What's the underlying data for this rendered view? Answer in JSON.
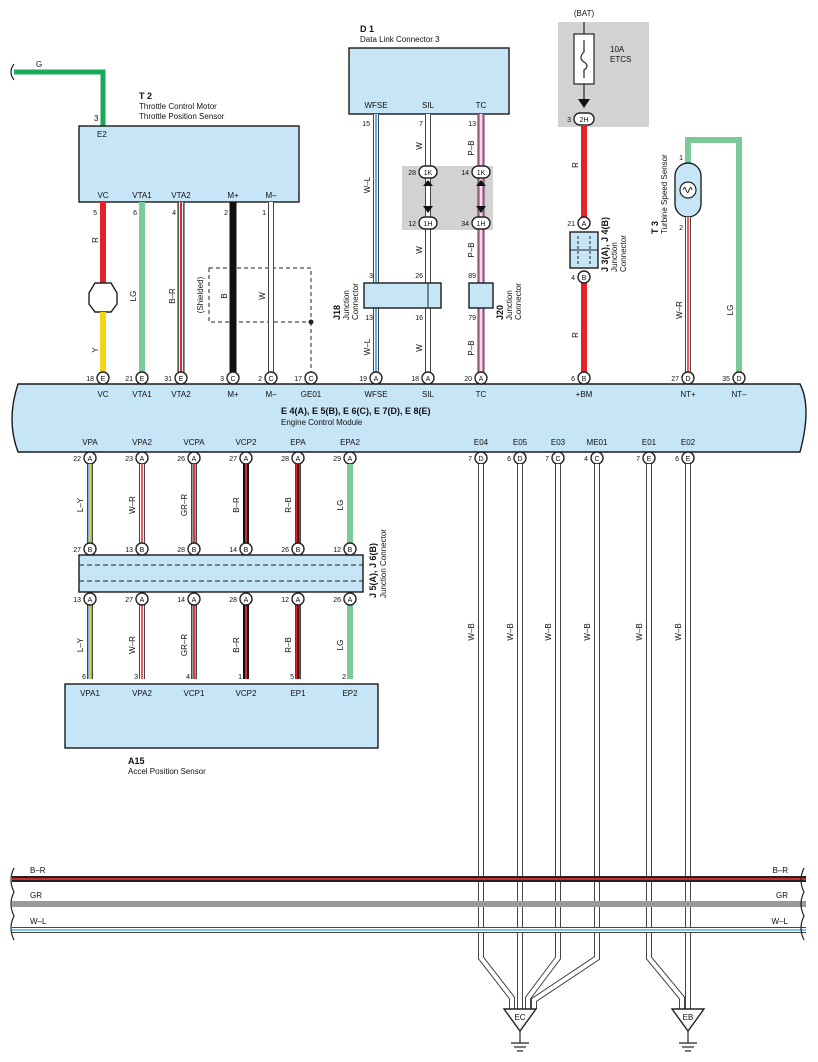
{
  "colors": {
    "module_fill": "#c6e5f6",
    "G": "#1aa85a",
    "R": "#e8202a",
    "Y": "#f5d418",
    "LG": "#7cc99a",
    "B": "#111111",
    "W": "#ffffff",
    "W-L": "#5ab0e6",
    "P-B": "#d77bb4",
    "B-R": "#d22a2a",
    "GR": "#9a9a9a",
    "L-Y": "#7ab2dc",
    "R-B": "#e8202a",
    "GR-R": "#9a9a9a",
    "W-R": "#e8202a",
    "W-B": "#ffffff"
  },
  "t2": {
    "code": "T 2",
    "name1": "Throttle Control Motor",
    "name2": "Throttle Position Sensor",
    "pin_e2": "E2",
    "pin_e2_no": "3",
    "wire_g": "G",
    "pins": [
      "VC",
      "VTA1",
      "VTA2",
      "M+",
      "M–"
    ],
    "pin_nos": [
      "5",
      "6",
      "4",
      "2",
      "1"
    ]
  },
  "d1": {
    "code": "D 1",
    "name": "Data Link Connector 3",
    "pins": [
      "WFSE",
      "SIL",
      "TC"
    ],
    "pin_nos": [
      "15",
      "7",
      "13"
    ]
  },
  "bat": {
    "label": "(BAT)",
    "fuse1": "10A",
    "fuse2": "ETCS",
    "terminal": "2H",
    "terminal_no": "3"
  },
  "tss": {
    "code": "T 3",
    "name": "Turbine Speed Sensor",
    "pin1": "1",
    "pin2": "2"
  },
  "t2_wires": {
    "vc_r": "R",
    "vc_y": "Y",
    "vta1": "LG",
    "vta2": "B–R",
    "shielded": "(Shielded)",
    "mplus": "B",
    "mminus": "W"
  },
  "dlc_wires": {
    "wfse": "W–L",
    "sil_upper": "W",
    "tc_upper": "P–B",
    "sil_mid": "W",
    "tc_mid": "P–B",
    "sil_lower": "W",
    "tc_lower": "P–B",
    "wfse_lower": "W–L"
  },
  "jc_1k": {
    "label": "1K",
    "pin_sil": "28",
    "pin_tc": "14"
  },
  "jc_1h": {
    "label": "1H",
    "pin_sil": "12",
    "pin_tc": "34"
  },
  "j18": {
    "code": "J18",
    "name1": "Junction",
    "name2": "Connector",
    "pins_top": [
      "3",
      "26"
    ],
    "pins_bottom": [
      "13",
      "16"
    ]
  },
  "j20": {
    "code": "J20",
    "name1": "Junction",
    "name2": "Connector",
    "pin_top": "89",
    "pin_bottom": "79"
  },
  "j3j4": {
    "code": "J 3(A), J 4(B)",
    "name1": "Junction",
    "name2": "Connector",
    "pin_top": "21",
    "pin_top_letter": "A",
    "pin_bottom": "4",
    "pin_bottom_letter": "B",
    "wire_top": "R",
    "wire_bottom": "R"
  },
  "tss_wires": {
    "nt_plus": "W–R",
    "nt_minus": "LG"
  },
  "ecm": {
    "codes": "E 4(A), E 5(B), E 6(C), E 7(D), E 8(E)",
    "name": "Engine Control Module",
    "top_pins": [
      {
        "no": "18",
        "c": "E",
        "label": "VC"
      },
      {
        "no": "21",
        "c": "E",
        "label": "VTA1"
      },
      {
        "no": "31",
        "c": "E",
        "label": "VTA2"
      },
      {
        "no": "3",
        "c": "C",
        "label": "M+"
      },
      {
        "no": "2",
        "c": "C",
        "label": "M–"
      },
      {
        "no": "17",
        "c": "C",
        "label": "GE01"
      },
      {
        "no": "19",
        "c": "A",
        "label": "WFSE"
      },
      {
        "no": "18",
        "c": "A",
        "label": "SIL"
      },
      {
        "no": "20",
        "c": "A",
        "label": "TC"
      },
      {
        "no": "6",
        "c": "B",
        "label": "+BM"
      },
      {
        "no": "27",
        "c": "D",
        "label": "NT+"
      },
      {
        "no": "35",
        "c": "D",
        "label": "NT–"
      }
    ],
    "bottom_pins": [
      {
        "no": "22",
        "c": "A",
        "label": "VPA"
      },
      {
        "no": "23",
        "c": "A",
        "label": "VPA2"
      },
      {
        "no": "26",
        "c": "A",
        "label": "VCPA"
      },
      {
        "no": "27",
        "c": "A",
        "label": "VCP2"
      },
      {
        "no": "28",
        "c": "A",
        "label": "EPA"
      },
      {
        "no": "29",
        "c": "A",
        "label": "EPA2"
      },
      {
        "no": "7",
        "c": "D",
        "label": "E04"
      },
      {
        "no": "6",
        "c": "D",
        "label": "E05"
      },
      {
        "no": "7",
        "c": "C",
        "label": "E03"
      },
      {
        "no": "4",
        "c": "C",
        "label": "ME01"
      },
      {
        "no": "7",
        "c": "E",
        "label": "E01"
      },
      {
        "no": "6",
        "c": "E",
        "label": "E02"
      }
    ]
  },
  "accel_wires_upper": [
    "L–Y",
    "W–R",
    "GR–R",
    "B–R",
    "R–B",
    "LG"
  ],
  "accel_wires_lower": [
    "L–Y",
    "W–R",
    "GR–R",
    "B–R",
    "R–B",
    "LG"
  ],
  "j5j6": {
    "code": "J 5(A), J 6(B)",
    "name": "Junction Connector",
    "top": [
      {
        "no": "27",
        "c": "B"
      },
      {
        "no": "13",
        "c": "B"
      },
      {
        "no": "28",
        "c": "B"
      },
      {
        "no": "14",
        "c": "B"
      },
      {
        "no": "26",
        "c": "B"
      },
      {
        "no": "12",
        "c": "B"
      }
    ],
    "bottom": [
      {
        "no": "13",
        "c": "A"
      },
      {
        "no": "27",
        "c": "A"
      },
      {
        "no": "14",
        "c": "A"
      },
      {
        "no": "28",
        "c": "A"
      },
      {
        "no": "12",
        "c": "A"
      },
      {
        "no": "26",
        "c": "A"
      }
    ]
  },
  "a15": {
    "code": "A15",
    "name": "Accel Position Sensor",
    "pins": [
      "VPA1",
      "VPA2",
      "VCP1",
      "VCP2",
      "EP1",
      "EP2"
    ],
    "pin_nos": [
      "6",
      "3",
      "4",
      "1",
      "5",
      "2"
    ]
  },
  "ground_wires": [
    "W–B",
    "W–B",
    "W–B",
    "W–B",
    "W–B",
    "W–B"
  ],
  "grounds": {
    "ec": "EC",
    "eb": "EB"
  },
  "bus": [
    {
      "label": "B–R"
    },
    {
      "label": "GR"
    },
    {
      "label": "W–L"
    }
  ]
}
